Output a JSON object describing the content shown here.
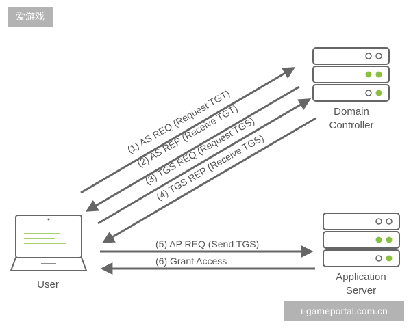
{
  "watermarks": {
    "top_left": "爱游戏",
    "bottom_right": "i-gameportal.com.cn"
  },
  "nodes": {
    "domain_controller": {
      "line1": "Domain",
      "line2": "Controller",
      "icon": "server-icon"
    },
    "user": {
      "label": "User",
      "icon": "laptop-icon"
    },
    "application_server": {
      "line1": "Application",
      "line2": "Server",
      "icon": "server-icon"
    }
  },
  "messages": {
    "m1": "(1) AS REQ (Request TGT)",
    "m2": "(2) AS REP (Receive TGT)",
    "m3": "(3) TGS REQ (Request TGS)",
    "m4": "(4) TGS REP (Receive TGS)",
    "m5": "(5) AP REQ (Send TGS)",
    "m6": "(6) Grant Access"
  },
  "colors": {
    "arrow": "#666666",
    "server_led_active": "#8cbf3f",
    "watermark_bg": "#b3b3b3",
    "text": "#555555"
  }
}
